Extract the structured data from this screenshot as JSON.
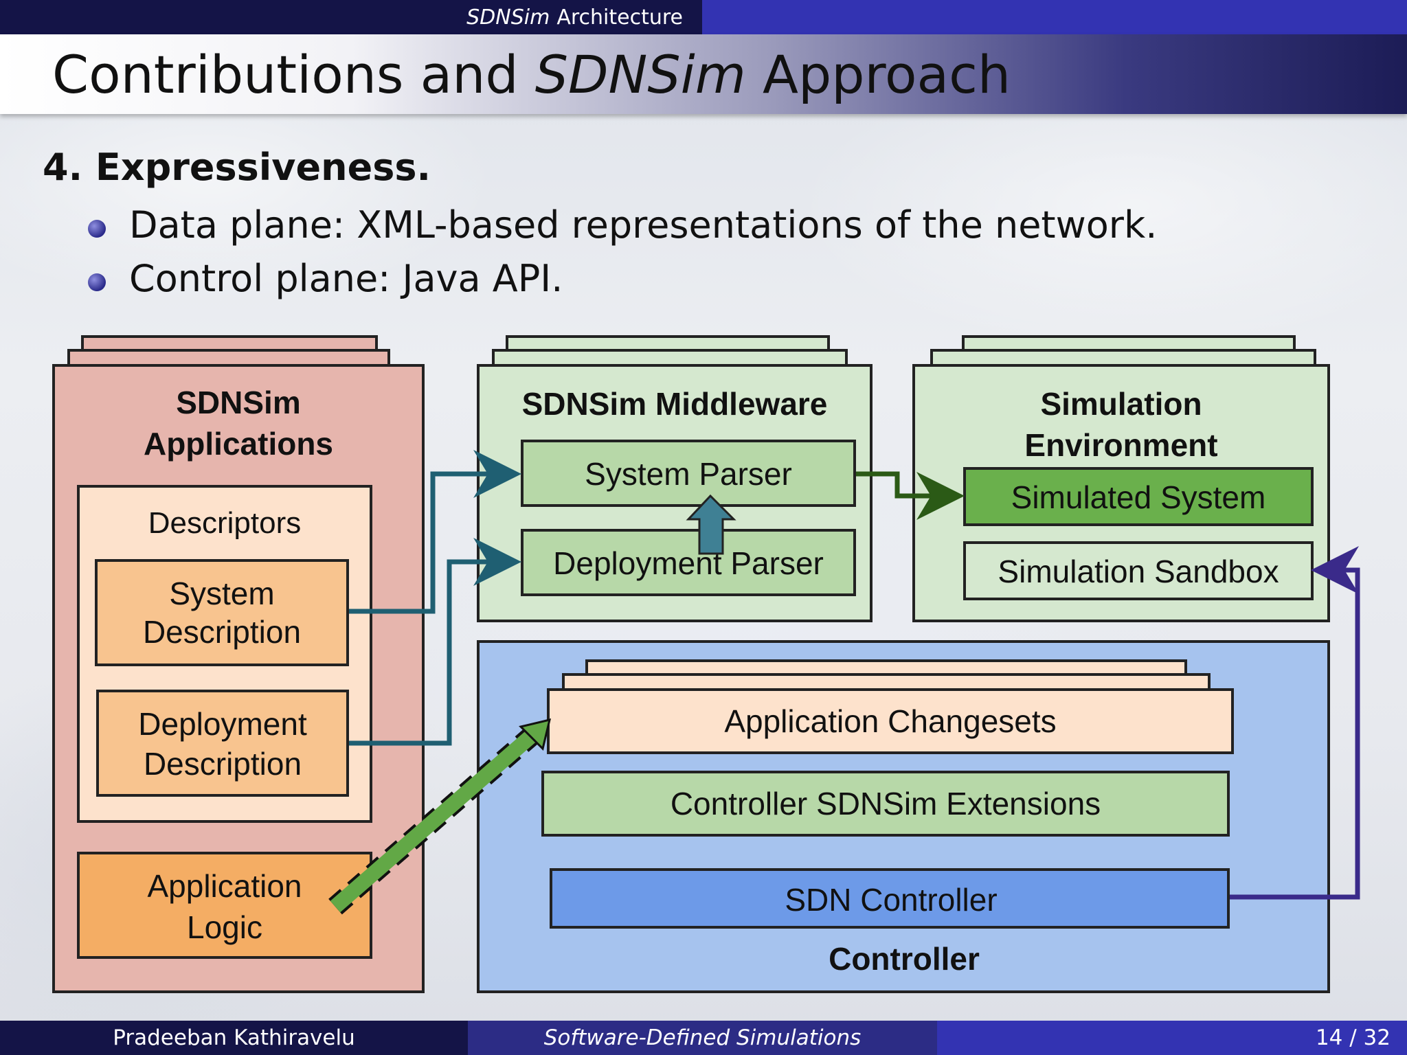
{
  "header": {
    "section_italic": "SDNSim",
    "section_rest": "Architecture"
  },
  "title": {
    "part1": "Contributions and ",
    "part2_italic": "SDNSim",
    "part3": " Approach"
  },
  "heading": "4.  Expressiveness.",
  "bullets": [
    "Data plane: XML-based representations of the network.",
    "Control plane: Java API."
  ],
  "diagram": {
    "applications": {
      "title_line1": "SDNSim",
      "title_line2": "Applications",
      "descriptors": "Descriptors",
      "system_desc_line1": "System",
      "system_desc_line2": "Description",
      "deployment_desc_line1": "Deployment",
      "deployment_desc_line2": "Description",
      "app_logic_line1": "Application",
      "app_logic_line2": "Logic"
    },
    "middleware": {
      "title": "SDNSim Middleware",
      "system_parser": "System Parser",
      "deployment_parser": "Deployment Parser"
    },
    "environment": {
      "title_line1": "Simulation",
      "title_line2": "Environment",
      "simulated_system": "Simulated System",
      "simulation_sandbox": "Simulation Sandbox"
    },
    "controller": {
      "app_changesets": "Application Changesets",
      "extensions": "Controller SDNSim Extensions",
      "sdn_controller": "SDN Controller",
      "label": "Controller"
    },
    "colors": {
      "apps_fill": "#e6b5ad",
      "descriptors_fill": "#fde2cc",
      "desc_box_fill": "#f8c48f",
      "logic_fill": "#f4ad64",
      "green_fill": "#d5e8cf",
      "green_box": "#b7d8a8",
      "simulated_fill": "#6ab04c",
      "controller_fill": "#a6c3ee",
      "sdn_fill": "#6d9ae8",
      "teal_arrow": "#1f5f72",
      "dark_green_arrow": "#2b5a16",
      "purple_arrow": "#3a2a8a",
      "dashed_green": "#62a846"
    }
  },
  "footer": {
    "author": "Pradeeban Kathiravelu",
    "talk": "Software-Defined Simulations",
    "page": "14 / 32"
  }
}
